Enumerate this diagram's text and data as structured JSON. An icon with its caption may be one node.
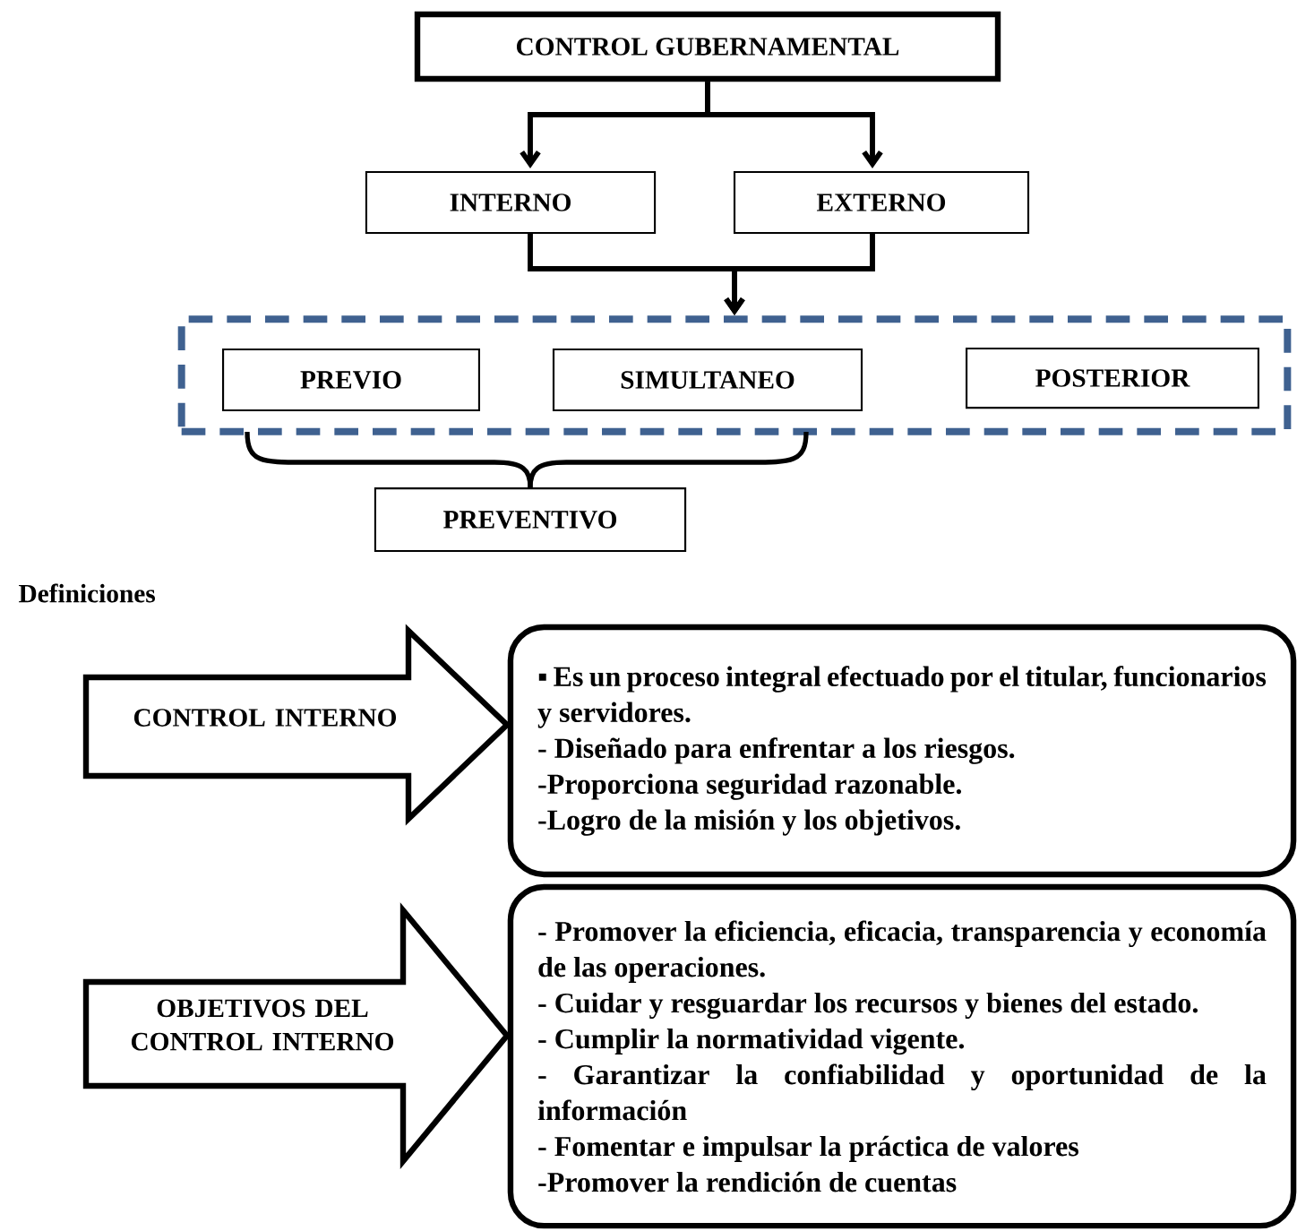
{
  "diagram": {
    "nodes": [
      {
        "text": [
          "CONTROL GUBERNAMENTAL"
        ]
      },
      {
        "text": [
          "INTERNO"
        ]
      },
      {
        "text": [
          "EXTERNO"
        ]
      },
      {
        "text": [],
        "shape": "box"
      },
      {
        "text": [
          "PREVIO"
        ],
        "in": 3
      },
      {
        "text": [
          "SIMULTANEO"
        ],
        "in": 3
      },
      {
        "text": [
          "POSTERIOR"
        ],
        "in": 3
      },
      {
        "text": [
          "PREVENTIVO"
        ]
      },
      {
        "text": [
          "CONTROL INTERNO"
        ]
      },
      {
        "text": [
          "▪ Es un proceso integral efectuado por el titular, funcionarios y servidores.",
          "- Diseñado para enfrentar a los riesgos.",
          "-Proporciona seguridad razonable.",
          "-Logro de la misión y los objetivos."
        ]
      },
      {
        "text": [
          "OBJETIVOS DEL CONTROL INTERNO"
        ]
      },
      {
        "text": [
          "- Promover la eficiencia, eficacia, transparencia y economía de las operaciones.",
          "- Cuidar y resguardar los recursos y bienes del estado.",
          "- Cumplir la normatividad vigente.",
          "- Garantizar la confiabilidad y oportunidad de la información",
          "- Fomentar e impulsar la práctica de valores",
          "-Promover la rendición de cuentas"
        ]
      }
    ],
    "edges": [
      {
        "from": 0,
        "to": 1,
        "arrow": "to"
      },
      {
        "from": 0,
        "to": 2,
        "arrow": "to"
      },
      {
        "from": 1,
        "to": 3,
        "arrow": "to"
      },
      {
        "from": 2,
        "to": 3,
        "arrow": "to"
      },
      {
        "from": 4,
        "to": 7,
        "arrow": "none"
      },
      {
        "from": 5,
        "to": 7,
        "arrow": "none"
      }
    ],
    "labels": [
      "Definiciones"
    ]
  }
}
